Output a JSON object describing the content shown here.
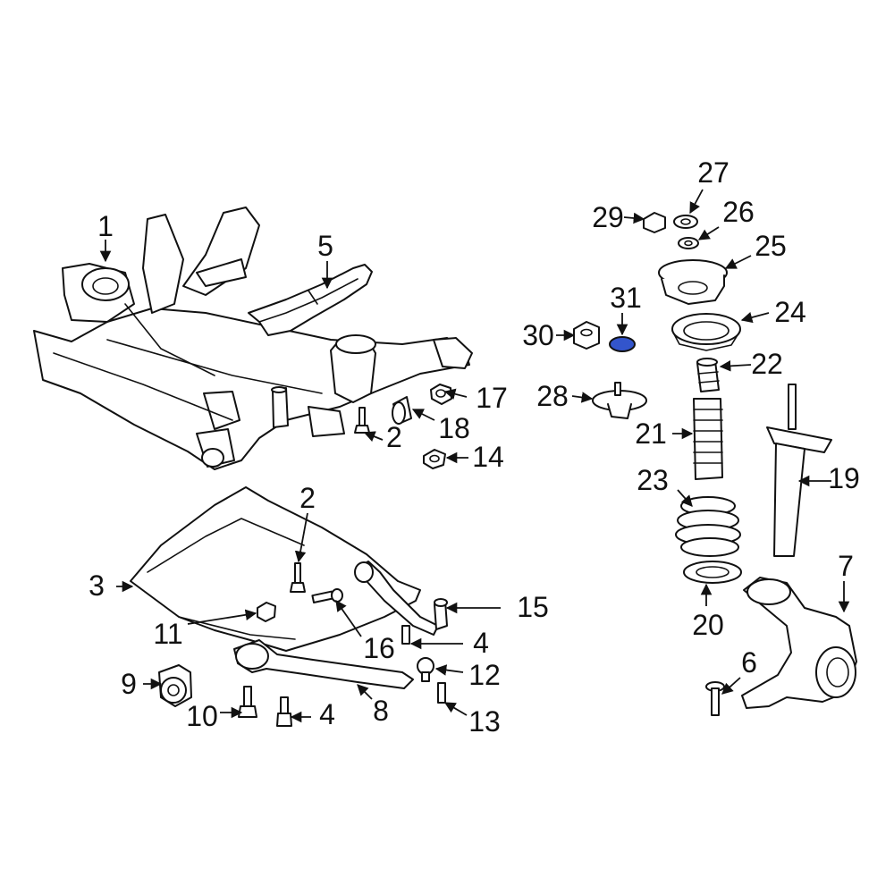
{
  "callouts": [
    {
      "id": "c1",
      "label": "1"
    },
    {
      "id": "c2a",
      "label": "2"
    },
    {
      "id": "c2b",
      "label": "2"
    },
    {
      "id": "c3",
      "label": "3"
    },
    {
      "id": "c4a",
      "label": "4"
    },
    {
      "id": "c4b",
      "label": "4"
    },
    {
      "id": "c5",
      "label": "5"
    },
    {
      "id": "c6",
      "label": "6"
    },
    {
      "id": "c7",
      "label": "7"
    },
    {
      "id": "c8",
      "label": "8"
    },
    {
      "id": "c9",
      "label": "9"
    },
    {
      "id": "c10",
      "label": "10"
    },
    {
      "id": "c11",
      "label": "11"
    },
    {
      "id": "c12",
      "label": "12"
    },
    {
      "id": "c13",
      "label": "13"
    },
    {
      "id": "c14",
      "label": "14"
    },
    {
      "id": "c15",
      "label": "15"
    },
    {
      "id": "c16",
      "label": "16"
    },
    {
      "id": "c17",
      "label": "17"
    },
    {
      "id": "c18",
      "label": "18"
    },
    {
      "id": "c19",
      "label": "19"
    },
    {
      "id": "c20",
      "label": "20"
    },
    {
      "id": "c21",
      "label": "21"
    },
    {
      "id": "c22",
      "label": "22"
    },
    {
      "id": "c23",
      "label": "23"
    },
    {
      "id": "c24",
      "label": "24"
    },
    {
      "id": "c25",
      "label": "25"
    },
    {
      "id": "c26",
      "label": "26"
    },
    {
      "id": "c27",
      "label": "27"
    },
    {
      "id": "c28",
      "label": "28"
    },
    {
      "id": "c29",
      "label": "29"
    },
    {
      "id": "c30",
      "label": "30"
    },
    {
      "id": "c31",
      "label": "31"
    }
  ],
  "colors": {
    "line": "#111111",
    "background": "#ffffff",
    "highlight_part": "#3355cc"
  },
  "highlighted_part": "31"
}
